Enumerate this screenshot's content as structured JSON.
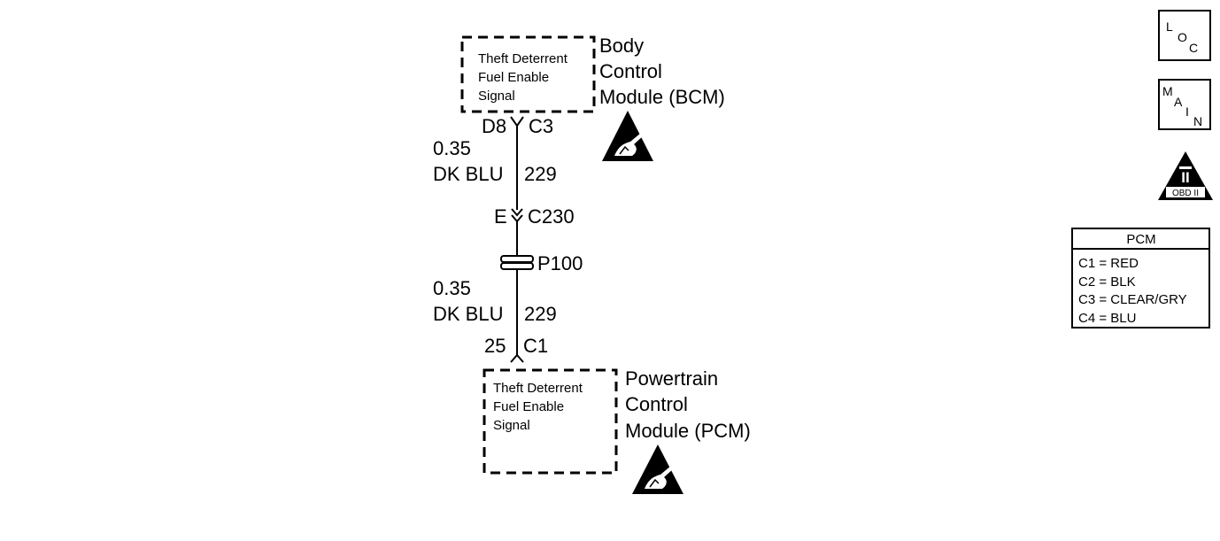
{
  "bcm": {
    "name_lines": [
      "Body",
      "Control",
      "Module (BCM)"
    ],
    "circuit_lines": [
      "Theft Deterrent",
      "Fuel Enable",
      "Signal"
    ],
    "pin": "D8",
    "connector": "C3"
  },
  "wire_upper": {
    "gauge": "0.35",
    "color": "DK BLU",
    "circuit": "229"
  },
  "inline_connector": {
    "pin": "E",
    "name": "C230"
  },
  "splice_pack": {
    "name": "P100"
  },
  "wire_lower": {
    "gauge": "0.35",
    "color": "DK BLU",
    "circuit": "229"
  },
  "pcm": {
    "pin": "25",
    "connector": "C1",
    "name_lines": [
      "Powertrain",
      "Control",
      "Module (PCM)"
    ],
    "circuit_lines": [
      "Theft Deterrent",
      "Fuel Enable",
      "Signal"
    ]
  },
  "nav_icons": {
    "loc": [
      "L",
      "O",
      "C"
    ],
    "main": [
      "M",
      "A",
      "I",
      "N"
    ],
    "obd": {
      "numeral": "II",
      "label": "OBD II"
    }
  },
  "legend": {
    "title": "PCM",
    "rows": [
      "C1 = RED",
      "C2 = BLK",
      "C3 = CLEAR/GRY",
      "C4 = BLU"
    ]
  }
}
